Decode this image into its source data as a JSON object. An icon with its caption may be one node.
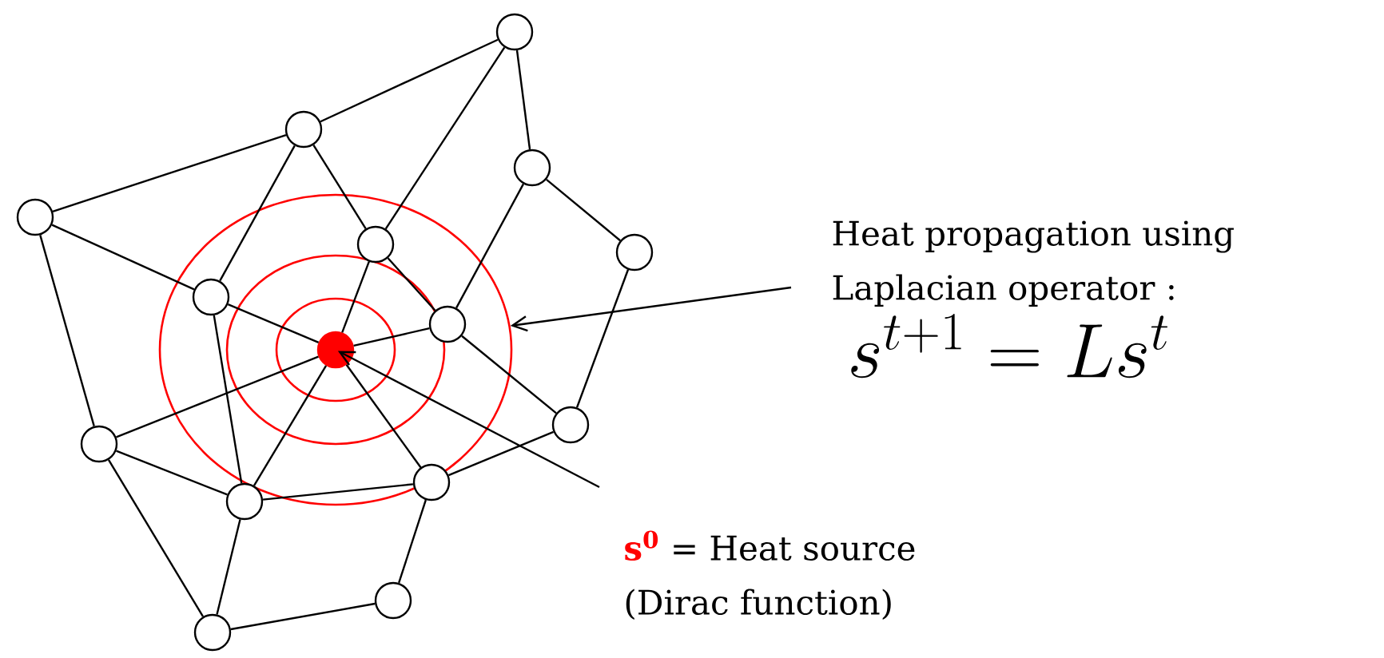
{
  "diagram": {
    "nodes": [
      {
        "text": [],
        "shape": "circle"
      },
      {
        "text": [],
        "shape": "circle"
      },
      {
        "text": [],
        "shape": "circle"
      },
      {
        "text": [],
        "shape": "circle"
      },
      {
        "text": [],
        "shape": "circle"
      },
      {
        "text": [],
        "shape": "circle",
        "in": 0
      },
      {
        "text": [],
        "shape": "circle"
      },
      {
        "text": [],
        "shape": "circle",
        "in": 0
      },
      {
        "text": [],
        "shape": "circle",
        "in": 0
      },
      {
        "text": [],
        "shape": "circle",
        "in": 0
      },
      {
        "text": [],
        "shape": "circle"
      },
      {
        "text": [],
        "shape": "circle"
      },
      {
        "text": [],
        "shape": "circle"
      },
      {
        "text": [],
        "shape": "circle"
      },
      {
        "text": [],
        "shape": "circle"
      },
      {
        "text": [],
        "shape": "circle"
      },
      {
        "text": [
          "Heat propagation using Laplacian operator :",
          "s^{t+1} = Ls^t"
        ]
      },
      {
        "text": [
          "s$^{0}$",
          "= Heat source (Dirac function)"
        ]
      }
    ],
    "edges": [
      {
        "from": 4,
        "to": 2,
        "arrow": "none"
      },
      {
        "from": 2,
        "to": 1,
        "arrow": "none"
      },
      {
        "from": 1,
        "to": 5,
        "arrow": "none"
      },
      {
        "from": 1,
        "to": 3,
        "arrow": "none"
      },
      {
        "from": 2,
        "to": 7,
        "arrow": "none"
      },
      {
        "from": 2,
        "to": 5,
        "arrow": "none"
      },
      {
        "from": 5,
        "to": 9,
        "arrow": "none"
      },
      {
        "from": 5,
        "to": 8,
        "arrow": "none"
      },
      {
        "from": 8,
        "to": 10,
        "arrow": "none"
      },
      {
        "from": 3,
        "to": 8,
        "arrow": "none"
      },
      {
        "from": 3,
        "to": 6,
        "arrow": "none"
      },
      {
        "from": 6,
        "to": 10,
        "arrow": "none"
      },
      {
        "from": 4,
        "to": 7,
        "arrow": "none"
      },
      {
        "from": 7,
        "to": 9,
        "arrow": "none"
      },
      {
        "from": 7,
        "to": 13,
        "arrow": "none"
      },
      {
        "from": 4,
        "to": 11,
        "arrow": "none"
      },
      {
        "from": 11,
        "to": 9,
        "arrow": "none"
      },
      {
        "from": 11,
        "to": 13,
        "arrow": "none"
      },
      {
        "from": 11,
        "to": 15,
        "arrow": "none"
      },
      {
        "from": 9,
        "to": 8,
        "arrow": "none"
      },
      {
        "from": 9,
        "to": 13,
        "arrow": "none"
      },
      {
        "from": 9,
        "to": 12,
        "arrow": "none"
      },
      {
        "from": 13,
        "to": 12,
        "arrow": "none"
      },
      {
        "from": 12,
        "to": 10,
        "arrow": "none"
      },
      {
        "from": 12,
        "to": 14,
        "arrow": "none"
      },
      {
        "from": 14,
        "to": 15,
        "arrow": "none"
      },
      {
        "from": 15,
        "to": 13,
        "arrow": "none"
      },
      {
        "from": 16,
        "to": 0,
        "arrow": "to"
      },
      {
        "from": 17,
        "to": 9,
        "arrow": "to"
      }
    ]
  }
}
